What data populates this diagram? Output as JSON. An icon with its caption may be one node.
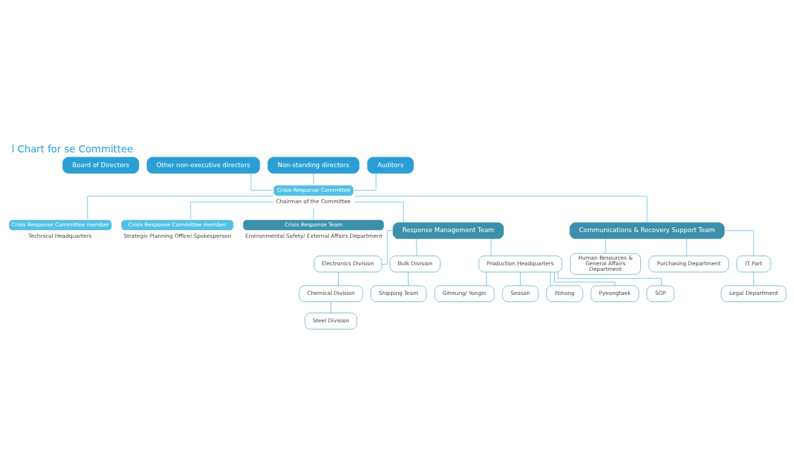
{
  "diagram": {
    "title": "l Chart for se Committee",
    "nodes": [
      {
        "text": [
          "Board of Directors"
        ]
      },
      {
        "text": [
          "Other non-executive directors"
        ]
      },
      {
        "text": [
          "Non-standing directors"
        ]
      },
      {
        "text": [
          "Auditors"
        ]
      },
      {
        "text": [
          "Crisis Response Committee",
          "Chairman of the Committee"
        ]
      },
      {
        "text": [
          "Crisis Response Committee member",
          "Technical Headquarters"
        ]
      },
      {
        "text": [
          "Crisis Response Committee member",
          "Strategic Planning Office/ Spokesperson"
        ]
      },
      {
        "text": [
          "Crisis Response Team",
          "Environmental Safety/ External Affairs Department"
        ]
      },
      {
        "text": [
          "Response Management Team"
        ]
      },
      {
        "text": [
          "Communications & Recovery Support Team"
        ]
      },
      {
        "text": [
          "Electronics Division"
        ]
      },
      {
        "text": [
          "Chemical Division"
        ]
      },
      {
        "text": [
          "Steel Division"
        ]
      },
      {
        "text": [
          "Bulk Division"
        ]
      },
      {
        "text": [
          "Shipping Team"
        ]
      },
      {
        "text": [
          "Production Headquarters"
        ]
      },
      {
        "text": [
          "Human Resources & General Affairs Department"
        ]
      },
      {
        "text": [
          "Purchasing Department"
        ]
      },
      {
        "text": [
          "IT Part"
        ]
      },
      {
        "text": [
          "Legal Department"
        ]
      },
      {
        "text": [
          "Giheung/ Yongin"
        ]
      },
      {
        "text": [
          "Seosan"
        ]
      },
      {
        "text": [
          "Pohang"
        ]
      },
      {
        "text": [
          "Pyeongtaek"
        ]
      },
      {
        "text": [
          "SOP"
        ]
      }
    ],
    "edges": [
      {
        "from": 1,
        "to": 4,
        "arrow": "none"
      },
      {
        "from": 2,
        "to": 4,
        "arrow": "none"
      },
      {
        "from": 3,
        "to": 4,
        "arrow": "none"
      },
      {
        "from": 4,
        "to": 5,
        "arrow": "none"
      },
      {
        "from": 4,
        "to": 6,
        "arrow": "none"
      },
      {
        "from": 4,
        "to": 7,
        "arrow": "none"
      },
      {
        "from": 4,
        "to": 8,
        "arrow": "none"
      },
      {
        "from": 4,
        "to": 9,
        "arrow": "none"
      },
      {
        "from": 8,
        "to": 10,
        "arrow": "none"
      },
      {
        "from": 8,
        "to": 13,
        "arrow": "none"
      },
      {
        "from": 8,
        "to": 15,
        "arrow": "none"
      },
      {
        "from": 10,
        "to": 11,
        "arrow": "none"
      },
      {
        "from": 11,
        "to": 12,
        "arrow": "none"
      },
      {
        "from": 13,
        "to": 14,
        "arrow": "none"
      },
      {
        "from": 9,
        "to": 16,
        "arrow": "none"
      },
      {
        "from": 9,
        "to": 17,
        "arrow": "none"
      },
      {
        "from": 9,
        "to": 18,
        "arrow": "none"
      },
      {
        "from": 18,
        "to": 19,
        "arrow": "none"
      },
      {
        "from": 15,
        "to": 20,
        "arrow": "none"
      },
      {
        "from": 15,
        "to": 21,
        "arrow": "none"
      },
      {
        "from": 15,
        "to": 22,
        "arrow": "none"
      },
      {
        "from": 15,
        "to": 23,
        "arrow": "none"
      },
      {
        "from": 15,
        "to": 24,
        "arrow": "none"
      }
    ]
  }
}
